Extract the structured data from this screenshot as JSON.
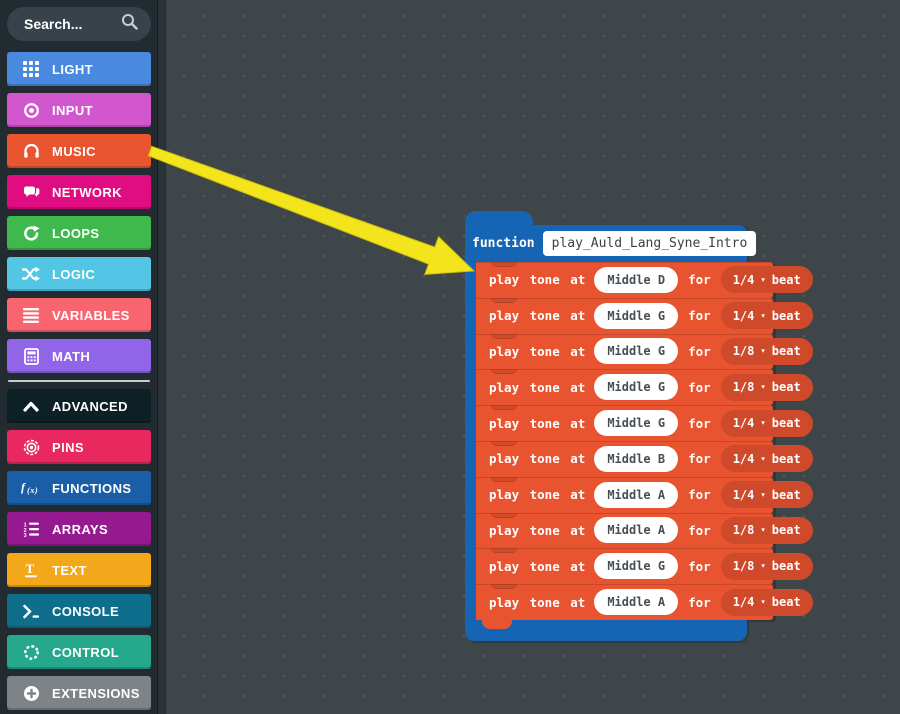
{
  "search": {
    "placeholder": "Search..."
  },
  "sidebar": {
    "categories": [
      {
        "label": "LIGHT",
        "color": "#4a89e0",
        "icon": "grid-icon"
      },
      {
        "label": "INPUT",
        "color": "#d257ce",
        "icon": "input-dot-icon"
      },
      {
        "label": "MUSIC",
        "color": "#e8552e",
        "icon": "headphones-icon"
      },
      {
        "label": "NETWORK",
        "color": "#e00d82",
        "icon": "chat-bubbles-icon"
      },
      {
        "label": "LOOPS",
        "color": "#3fb94d",
        "icon": "loop-arrow-icon"
      },
      {
        "label": "LOGIC",
        "color": "#52c6e4",
        "icon": "shuffle-icon"
      },
      {
        "label": "VARIABLES",
        "color": "#f8656f",
        "icon": "list-lines-icon"
      },
      {
        "label": "MATH",
        "color": "#9065e8",
        "icon": "calculator-icon"
      },
      {
        "label": "ADVANCED",
        "color": "#0d2026",
        "icon": "chevron-up-icon"
      },
      {
        "label": "PINS",
        "color": "#e8285f",
        "icon": "bullseye-icon"
      },
      {
        "label": "FUNCTIONS",
        "color": "#1a5ea8",
        "icon": "fx-icon"
      },
      {
        "label": "ARRAYS",
        "color": "#95198f",
        "icon": "numbered-list-icon"
      },
      {
        "label": "TEXT",
        "color": "#f3a81c",
        "icon": "text-icon"
      },
      {
        "label": "CONSOLE",
        "color": "#0e6e8c",
        "icon": "terminal-icon"
      },
      {
        "label": "CONTROL",
        "color": "#26a88c",
        "icon": "spinner-icon"
      },
      {
        "label": "EXTENSIONS",
        "color": "#7e8387",
        "icon": "plus-circle-icon"
      }
    ]
  },
  "function_block": {
    "keyword": "function",
    "name": "play_Auld_Lang_Syne_Intro",
    "labels": {
      "play": "play tone at",
      "for": "for",
      "beat": "beat",
      "caret": "▾"
    },
    "rows": [
      {
        "note": "Middle D",
        "duration": "1/4"
      },
      {
        "note": "Middle G",
        "duration": "1/4"
      },
      {
        "note": "Middle G",
        "duration": "1/8"
      },
      {
        "note": "Middle G",
        "duration": "1/8"
      },
      {
        "note": "Middle G",
        "duration": "1/4"
      },
      {
        "note": "Middle B",
        "duration": "1/4"
      },
      {
        "note": "Middle A",
        "duration": "1/4"
      },
      {
        "note": "Middle A",
        "duration": "1/8"
      },
      {
        "note": "Middle G",
        "duration": "1/8"
      },
      {
        "note": "Middle A",
        "duration": "1/4"
      }
    ],
    "colors": {
      "container": "#1565b4",
      "block": "#e8542f",
      "dropdown": "#cf4a2b"
    }
  },
  "annotation": {
    "arrow_color": "#f4e41c",
    "arrow_outline": "#c9bd0e"
  }
}
